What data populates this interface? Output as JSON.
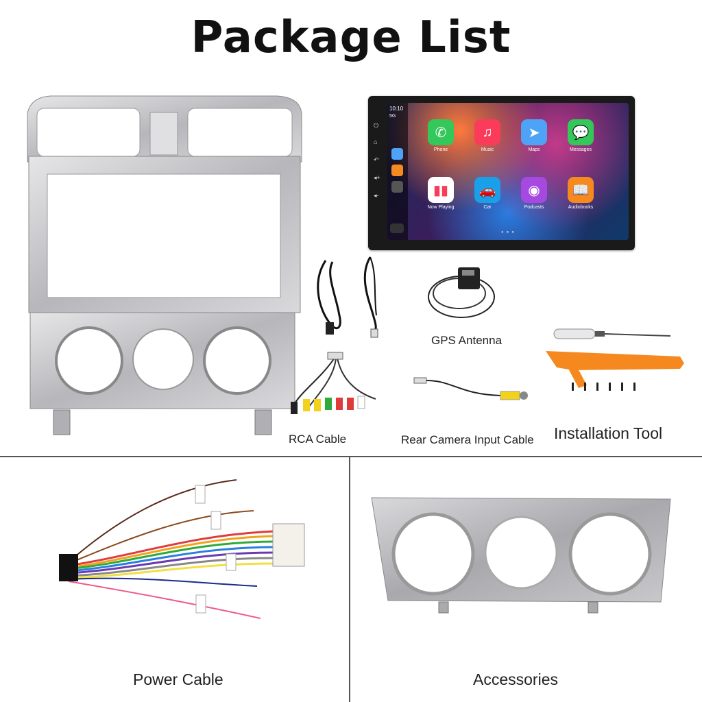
{
  "title": "Package List",
  "labels": {
    "gps": "GPS Antenna",
    "rca": "RCA Cable",
    "rear_camera": "Rear Camera Input Cable",
    "tool": "Installation Tool",
    "power": "Power Cable",
    "accessories": "Accessories"
  },
  "screen": {
    "time": "10:10",
    "signal": "5G",
    "apps": [
      {
        "label": "Phone",
        "color": "#34c759",
        "icon": "phone-icon"
      },
      {
        "label": "Music",
        "color": "#fa3c5a",
        "icon": "music-icon"
      },
      {
        "label": "Maps",
        "color": "#4fa3f7",
        "icon": "maps-icon"
      },
      {
        "label": "Messages",
        "color": "#34c759",
        "icon": "messages-icon"
      },
      {
        "label": "Now Playing",
        "color": "#ffffff",
        "icon": "now-playing-icon"
      },
      {
        "label": "Car",
        "color": "#1aa0e8",
        "icon": "car-icon"
      },
      {
        "label": "Podcasts",
        "color": "#a549e0",
        "icon": "podcasts-icon"
      },
      {
        "label": "Audiobooks",
        "color": "#f58a1f",
        "icon": "audiobooks-icon"
      }
    ]
  },
  "colors": {
    "silver": "#c9c9cc",
    "tool_orange": "#f5891f"
  }
}
